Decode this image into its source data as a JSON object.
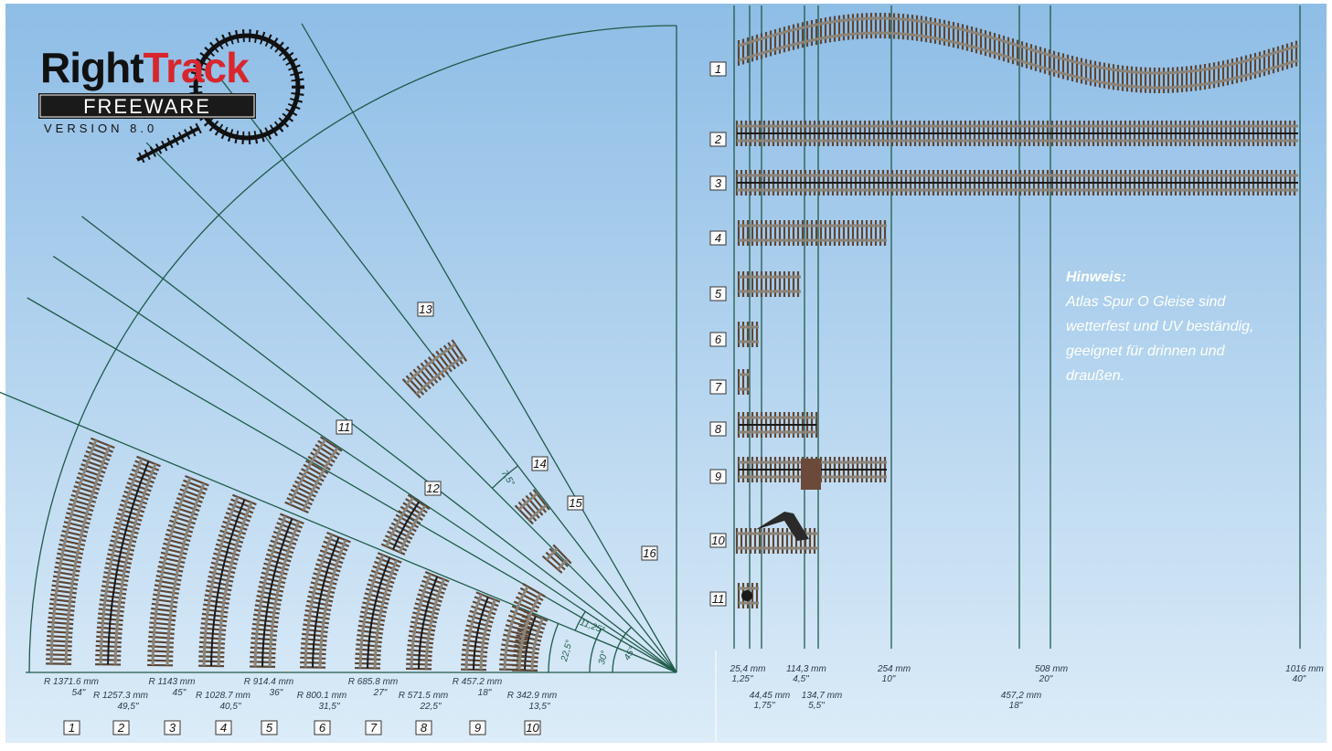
{
  "logo": {
    "word_a": "Right",
    "word_b": "Track",
    "sub": "FREEWARE",
    "version": "VERSION 8.0"
  },
  "colors": {
    "sky_top": "#8ebde6",
    "sky_bottom": "#dcecf8",
    "guide": "#1f5a4a",
    "rail": "#8c8478",
    "tie": "#5b4636",
    "logo_red": "#d8262d"
  },
  "curves": [
    {
      "id": "1",
      "radius": "R 1371.6 mm",
      "inch": "54\""
    },
    {
      "id": "2",
      "radius": "R 1257.3 mm",
      "inch": "49,5\""
    },
    {
      "id": "3",
      "radius": "R 1143 mm",
      "inch": "45\""
    },
    {
      "id": "4",
      "radius": "R 1028.7 mm",
      "inch": "40,5\""
    },
    {
      "id": "5",
      "radius": "R 914.4 mm",
      "inch": "36\""
    },
    {
      "id": "6",
      "radius": "R 800.1 mm",
      "inch": "31,5\""
    },
    {
      "id": "7",
      "radius": "R 685.8 mm",
      "inch": "27\""
    },
    {
      "id": "8",
      "radius": "R 571.5 mm",
      "inch": "22,5\""
    },
    {
      "id": "9",
      "radius": "R 457.2 mm",
      "inch": "18\""
    },
    {
      "id": "10",
      "radius": "R 342.9 mm",
      "inch": "13,5\""
    }
  ],
  "fan_numbers": [
    "11",
    "12",
    "13",
    "14",
    "15",
    "16"
  ],
  "angles": [
    "7,5°",
    "11,25°",
    "22,5°",
    "30°",
    "45°"
  ],
  "straight_numbers": [
    "1",
    "2",
    "3",
    "4",
    "5",
    "6",
    "7",
    "8",
    "9",
    "10",
    "11"
  ],
  "lengths": [
    {
      "mm": "25,4 mm",
      "inch": "1,25\""
    },
    {
      "mm": "44,45 mm",
      "inch": "1,75\""
    },
    {
      "mm": "114,3 mm",
      "inch": "4,5\""
    },
    {
      "mm": "134,7 mm",
      "inch": "5,5\""
    },
    {
      "mm": "254 mm",
      "inch": "10\""
    },
    {
      "mm": "457,2 mm",
      "inch": "18\""
    },
    {
      "mm": "508 mm",
      "inch": "20\""
    },
    {
      "mm": "1016 mm",
      "inch": "40\""
    }
  ],
  "note": {
    "title": "Hinweis:",
    "text": "Atlas Spur O Gleise sind\nwetterfest und UV beständig,\ngeeignet für drinnen und\ndraußen."
  }
}
